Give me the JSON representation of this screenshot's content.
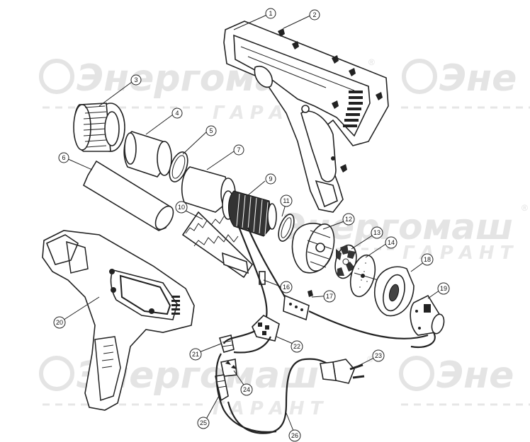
{
  "watermark": {
    "brand": "Энергомаш",
    "brand_fragment": "Энергомаш",
    "brand_short": "Эне",
    "subtitle": "ГАРАНТ",
    "registered": "®"
  },
  "callouts": [
    {
      "id": "1",
      "text": "1"
    },
    {
      "id": "2",
      "text": "2"
    },
    {
      "id": "3",
      "text": "3"
    },
    {
      "id": "4",
      "text": "4"
    },
    {
      "id": "5",
      "text": "5"
    },
    {
      "id": "6",
      "text": "6"
    },
    {
      "id": "7",
      "text": "7"
    },
    {
      "id": "9",
      "text": "9"
    },
    {
      "id": "10",
      "text": "10"
    },
    {
      "id": "11",
      "text": "11"
    },
    {
      "id": "12",
      "text": "12"
    },
    {
      "id": "13",
      "text": "13"
    },
    {
      "id": "14",
      "text": "14"
    },
    {
      "id": "16",
      "text": "16"
    },
    {
      "id": "17",
      "text": "17"
    },
    {
      "id": "18",
      "text": "18"
    },
    {
      "id": "19",
      "text": "19"
    },
    {
      "id": "20",
      "text": "20"
    },
    {
      "id": "21",
      "text": "21"
    },
    {
      "id": "22",
      "text": "22"
    },
    {
      "id": "23",
      "text": "23"
    },
    {
      "id": "24",
      "text": "24"
    },
    {
      "id": "25",
      "text": "25"
    },
    {
      "id": "26",
      "text": "26"
    }
  ]
}
